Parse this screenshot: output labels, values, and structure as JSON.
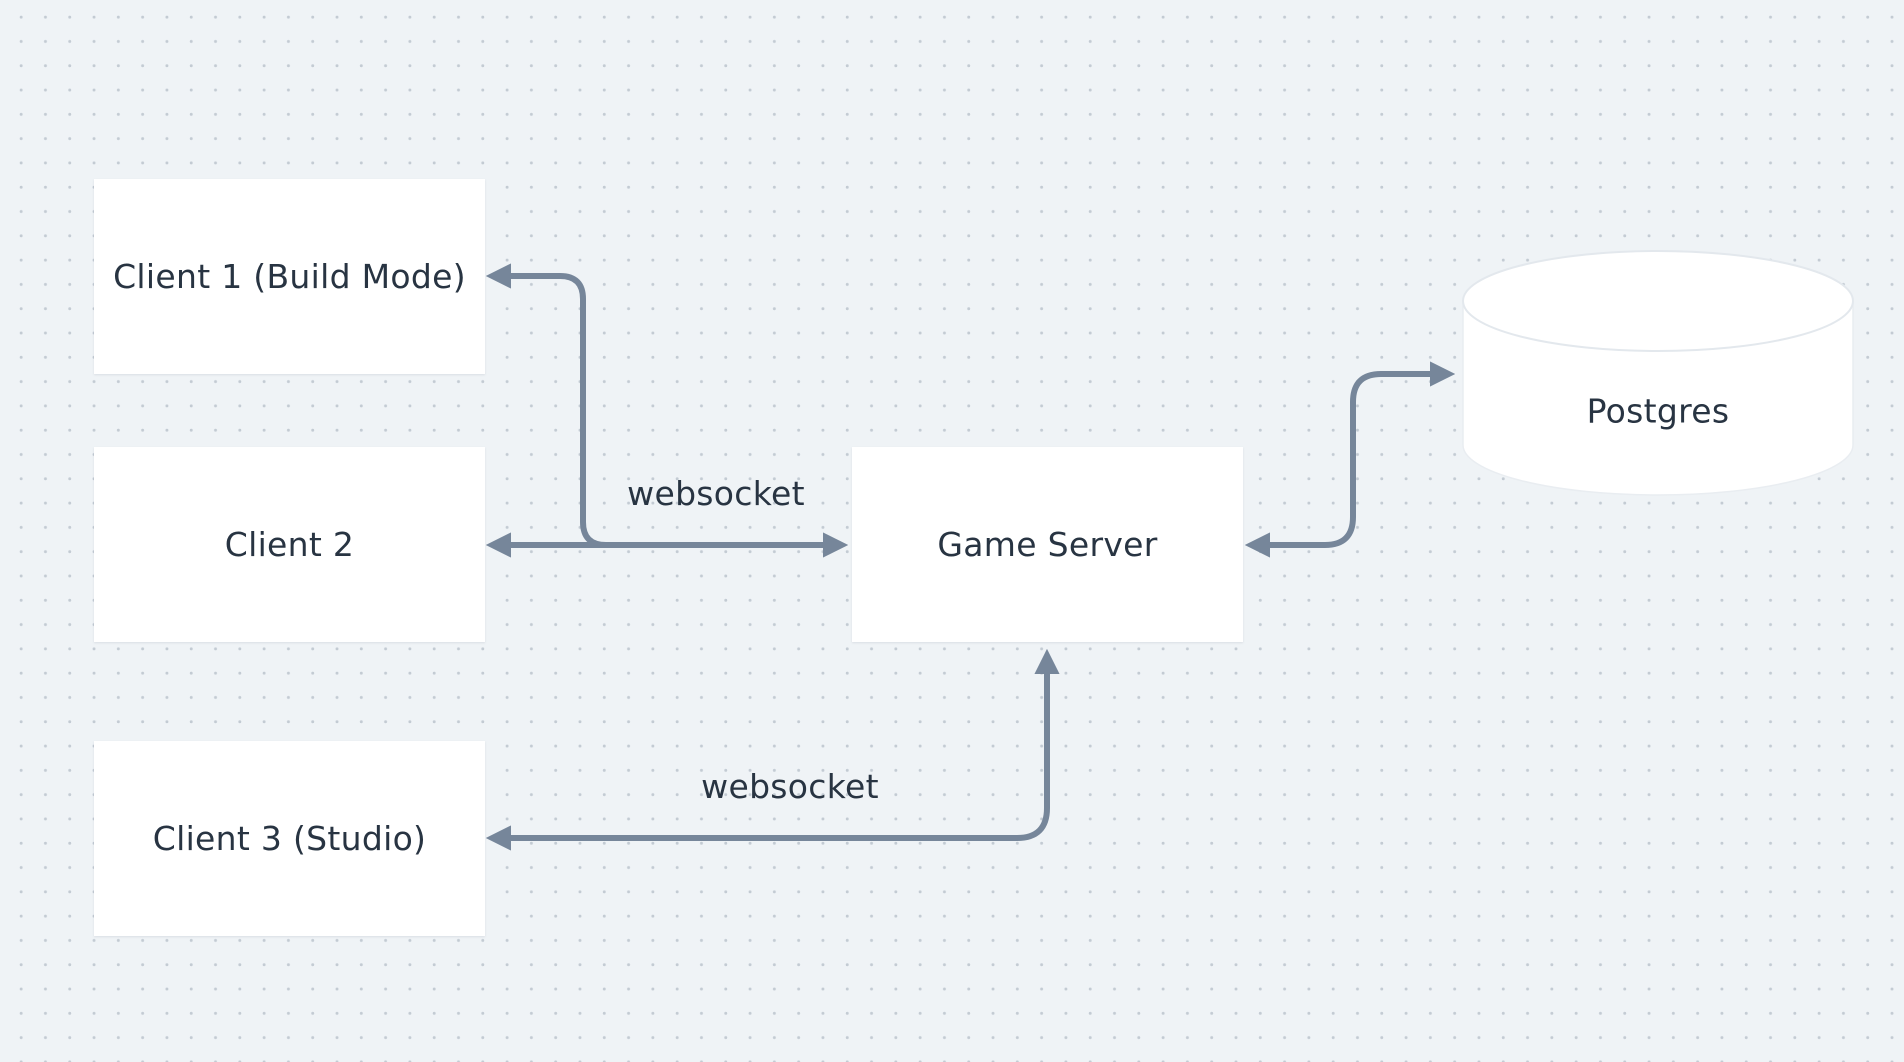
{
  "diagram": {
    "nodes": {
      "client1": "Client 1 (Build Mode)",
      "client2": "Client 2",
      "client3": "Client 3 (Studio)",
      "game_server": "Game Server",
      "database": "Postgres"
    },
    "edge_labels": {
      "clients_to_server": "websocket",
      "studio_to_server": "websocket"
    }
  },
  "colors": {
    "background": "#eff3f6",
    "node_fill": "#ffffff",
    "connector": "#76869a",
    "text": "#283442"
  }
}
